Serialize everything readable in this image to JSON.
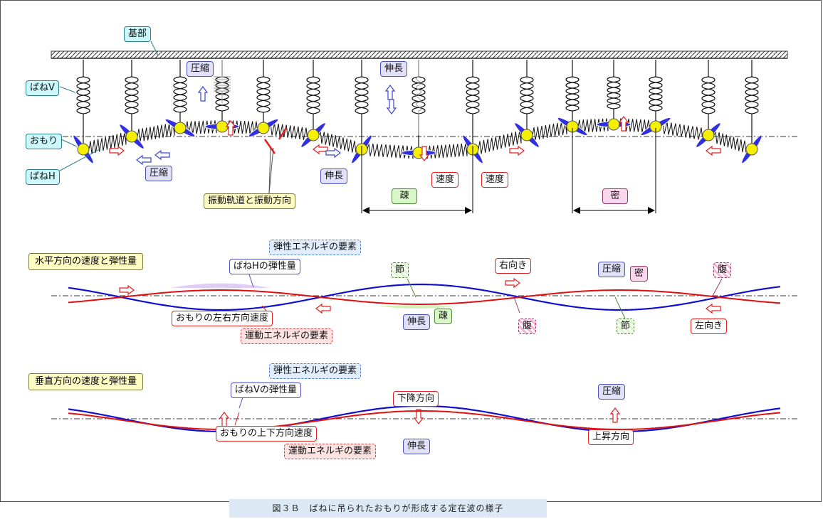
{
  "caption": "図３Ｂ　ばねに吊られたおもりが形成する定在波の様子",
  "top": {
    "base": "基部",
    "spring_v": "ばねV",
    "weight": "おもり",
    "spring_h": "ばねH",
    "compress_1": "圧縮",
    "compress_2": "圧縮",
    "extend_1": "伸長",
    "extend_2": "伸長",
    "orbit": "振動軌道と振動方向",
    "speed_1": "速度",
    "speed_2": "速度",
    "sparse": "疎",
    "dense": "密"
  },
  "horizontal": {
    "title": "水平方向の速度と弾性量",
    "elastic_element": "弾性エネルギの要素",
    "spring_h_elastic": "ばねHの弾性量",
    "weight_lr_speed": "おもりの左右方向速度",
    "kinetic_element": "運動エネルギの要素",
    "node_1": "節",
    "node_2": "節",
    "antinode_1": "腹",
    "antinode_2": "腹",
    "right": "右向き",
    "left": "左向き",
    "compress": "圧縮",
    "dense": "密",
    "extend": "伸長",
    "sparse": "疎"
  },
  "vertical": {
    "title": "垂直方向の速度と弾性量",
    "elastic_element": "弾性エネルギの要素",
    "spring_v_elastic": "ばねVの弾性量",
    "weight_ud_speed": "おもりの上下方向速度",
    "kinetic_element": "運動エネルギの要素",
    "down": "下降方向",
    "up": "上昇方向",
    "compress": "圧縮",
    "extend": "伸長"
  },
  "colors": {
    "elastic_curve": "#1010d0",
    "kinetic_curve": "#e01010",
    "weight_fill": "#f4f000",
    "ellipse_fill": "#3030e0"
  }
}
